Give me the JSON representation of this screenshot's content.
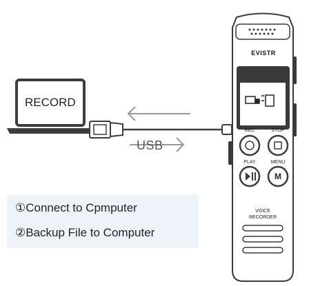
{
  "laptop": {
    "screen_text": "RECORD"
  },
  "cable": {
    "label": "USB"
  },
  "steps": [
    {
      "text": "①Connect to Cpmputer"
    },
    {
      "text": "②Backup File to Computer"
    }
  ],
  "recorder": {
    "brand": "EVISTR",
    "buttons": {
      "rec": "REC",
      "stop": "STOP",
      "play": "PLAY",
      "menu": "MENU",
      "menu_glyph": "M"
    },
    "voice_label_line1": "VOICE",
    "voice_label_line2": "RECORDER"
  },
  "icons": [
    "laptop-icon",
    "usb-cable-icon",
    "transfer-arrows-icon",
    "record-icon",
    "stop-icon",
    "play-pause-icon",
    "menu-icon",
    "speaker-grille-icon"
  ],
  "colors": {
    "outline": "#3a3a3a",
    "steps_bg": "#eef3fa",
    "text": "#222222"
  }
}
